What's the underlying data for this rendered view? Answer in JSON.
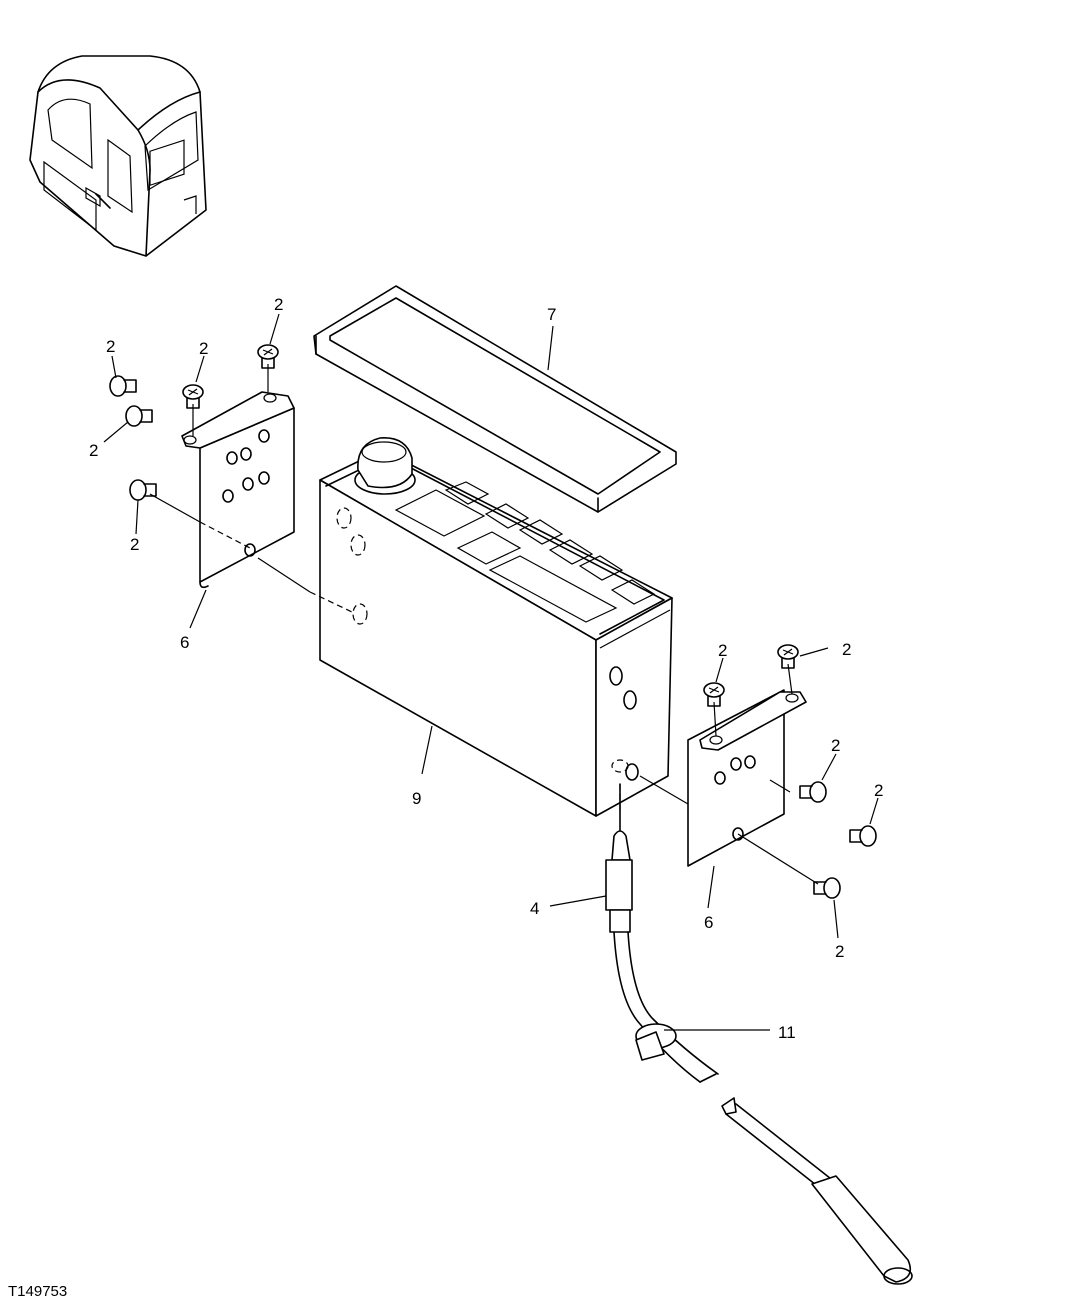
{
  "figure_id": "T149753",
  "callouts": {
    "screw": "2",
    "sensor": "4",
    "bracket": "6",
    "lid": "7",
    "reservoir": "9",
    "clamp": "11"
  }
}
